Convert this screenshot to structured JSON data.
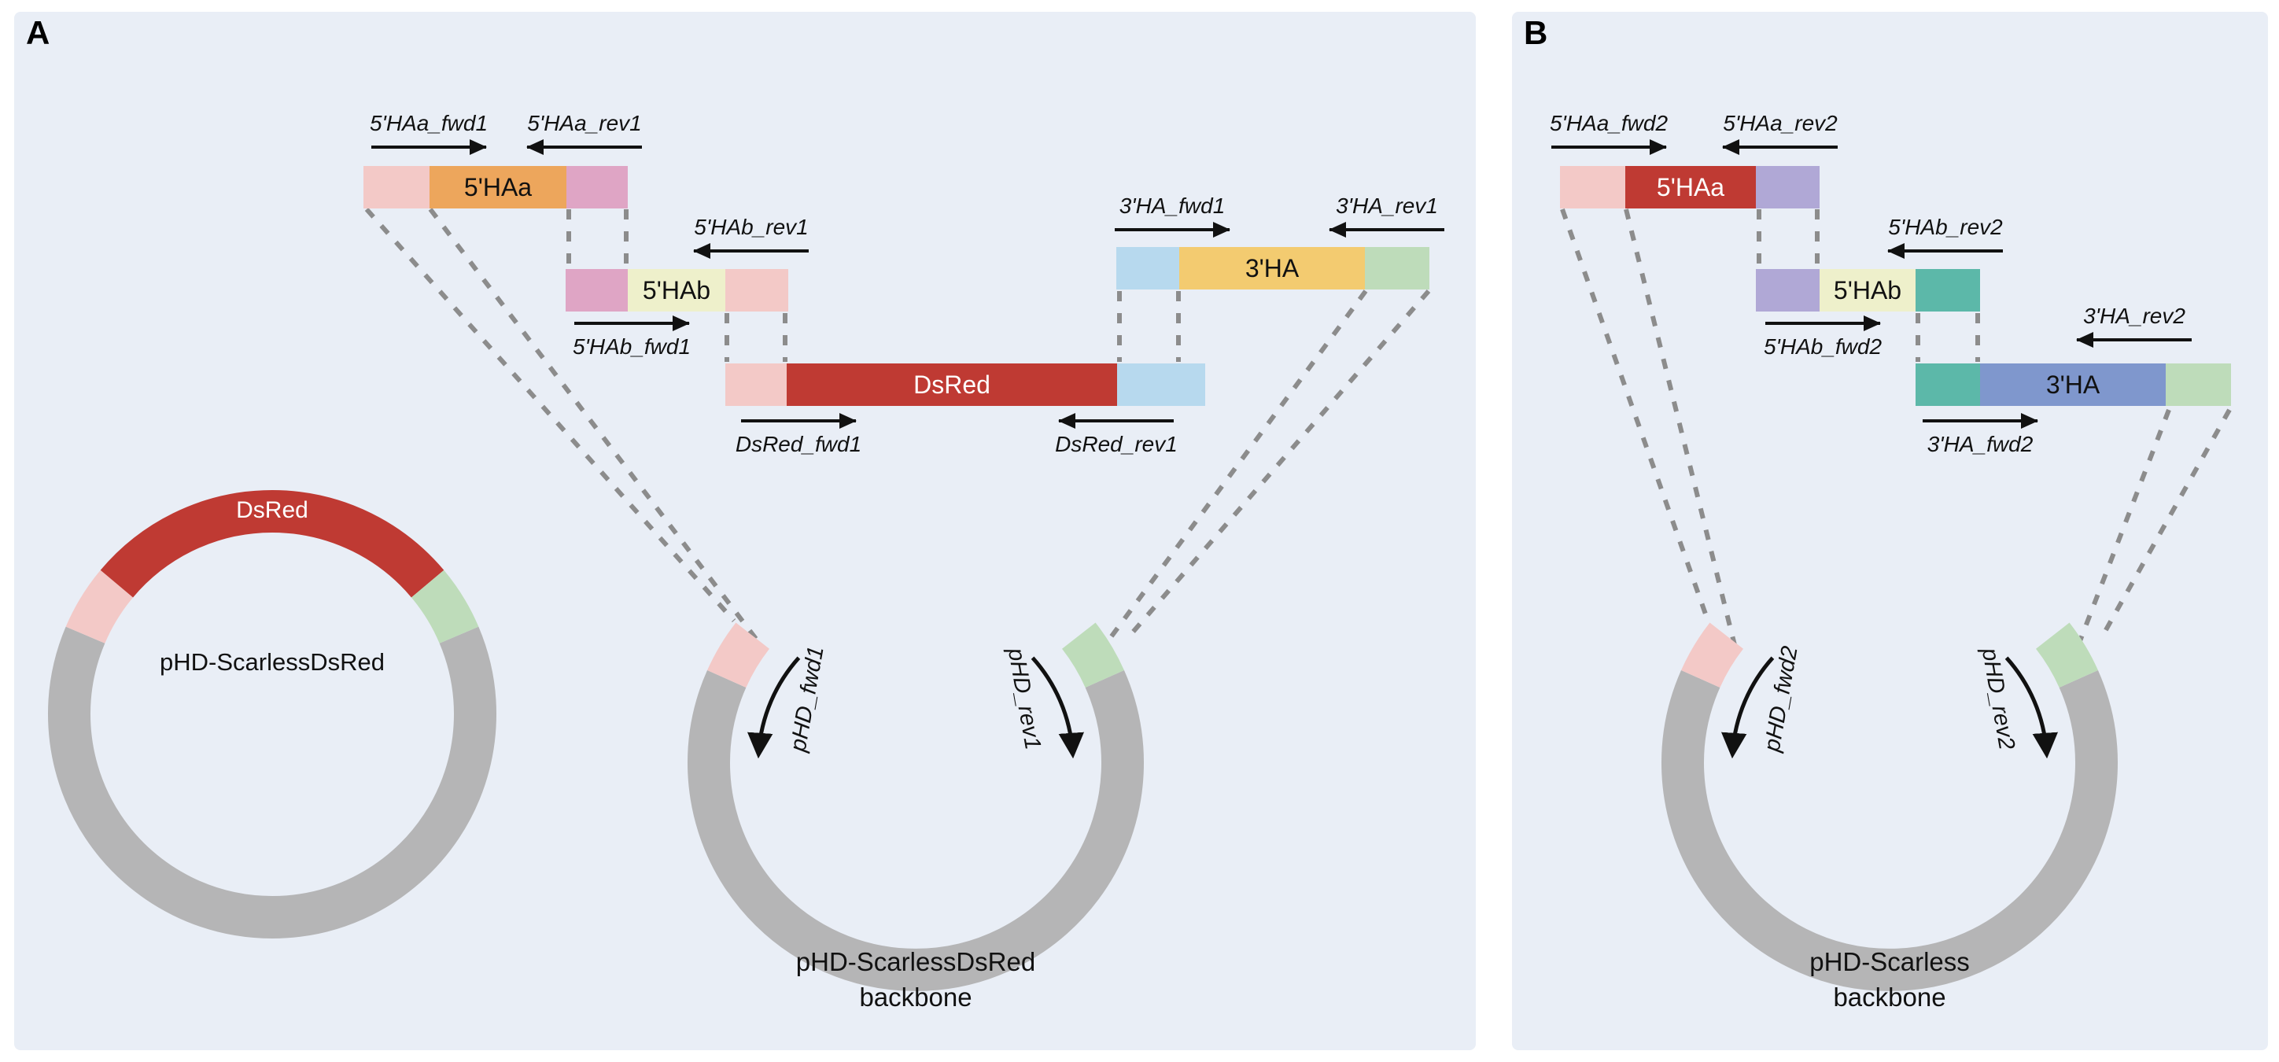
{
  "colors": {
    "panel_bg": "#e9eef6",
    "pink": "#f3c9c7",
    "orange": "#eda65c",
    "mauve": "#dfa5c5",
    "pale_yellow": "#eef0cb",
    "dsred_red": "#bf3a33",
    "light_blue": "#b7d9ee",
    "yellow": "#f3cb70",
    "light_green": "#bedcba",
    "lavender": "#b0a8d6",
    "teal": "#5cb8a9",
    "periwinkle": "#7f97cd",
    "ring_gray": "#b5b5b6",
    "dash": "#8c8c8c",
    "ink": "#111111"
  },
  "panel_a": {
    "label": "A",
    "frag_haa": {
      "label": "5'HAa",
      "fwd": "5'HAa_fwd1",
      "rev": "5'HAa_rev1"
    },
    "frag_hab": {
      "label": "5'HAb",
      "fwd": "5'HAb_fwd1",
      "rev": "5'HAb_rev1"
    },
    "frag_dsred": {
      "label": "DsRed",
      "fwd": "DsRed_fwd1",
      "rev": "DsRed_rev1"
    },
    "frag_3ha": {
      "label": "3'HA",
      "fwd": "3'HA_fwd1",
      "rev": "3'HA_rev1"
    },
    "plasmid": {
      "name": "pHD-ScarlessDsRed",
      "marker": "DsRed"
    },
    "backbone": {
      "fwd": "pHD_fwd1",
      "rev": "pHD_rev1",
      "caption_line1": "pHD-ScarlessDsRed",
      "caption_line2": "backbone"
    }
  },
  "panel_b": {
    "label": "B",
    "frag_haa": {
      "label": "5'HAa",
      "fwd": "5'HAa_fwd2",
      "rev": "5'HAa_rev2"
    },
    "frag_hab": {
      "label": "5'HAb",
      "fwd": "5'HAb_fwd2",
      "rev": "5'HAb_rev2"
    },
    "frag_3ha": {
      "label": "3'HA",
      "fwd": "3'HA_fwd2",
      "rev": "3'HA_rev2"
    },
    "backbone": {
      "fwd": "pHD_fwd2",
      "rev": "pHD_rev2",
      "caption_line1": "pHD-Scarless",
      "caption_line2": "backbone"
    }
  }
}
